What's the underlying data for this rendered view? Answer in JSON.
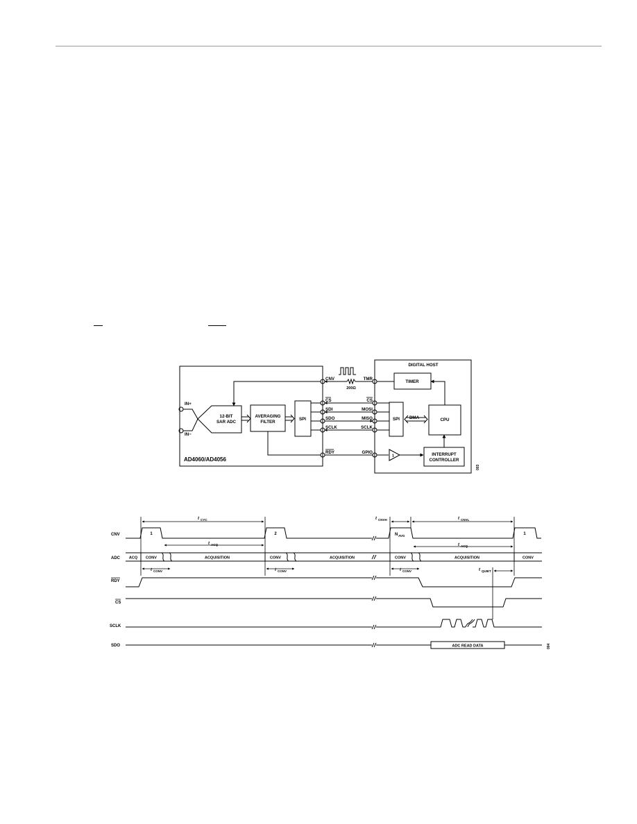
{
  "block_diagram": {
    "adc_part": "AD4060/AD4056",
    "host_title": "DIGITAL HOST",
    "sar_adc": [
      "12-BIT",
      "SAR ADC"
    ],
    "filter": [
      "AVERAGING",
      "FILTER"
    ],
    "spi": "SPI",
    "host_spi": "SPI",
    "timer": "TIMER",
    "cpu": "CPU",
    "dma": "DMA",
    "interrupt": [
      "INTERRUPT",
      "CONTROLLER"
    ],
    "in_plus": "IN+",
    "in_minus": "IN−",
    "adc_pins": [
      "CNV",
      "CS",
      "SDI",
      "SDO",
      "SCLK",
      "RDY"
    ],
    "host_pins": [
      "TMR",
      "CS",
      "MOSI",
      "MISO",
      "SCLK",
      "GPIO"
    ],
    "resistor": "200Ω",
    "buffer_label": "1",
    "fig_id": "003"
  },
  "timing": {
    "signals": [
      "CNV",
      "ADC",
      "RDY",
      "CS",
      "SCLK",
      "SDO"
    ],
    "conv": "CONV",
    "acq": "ACQ",
    "acquisition": "ACQUISITION",
    "pulse_labels": [
      "1",
      "2",
      "1"
    ],
    "t_cyc": "CYC",
    "t_conv": "CONV",
    "t_acq": "ACQ",
    "t_cnvh": "CNVH",
    "t_cnvl": "CNVL",
    "n_avg": "AVG",
    "t_quiet": "QUIET",
    "t": "t",
    "n": "N",
    "adc_read_data": "ADC READ DATA",
    "fig_id": "004"
  }
}
